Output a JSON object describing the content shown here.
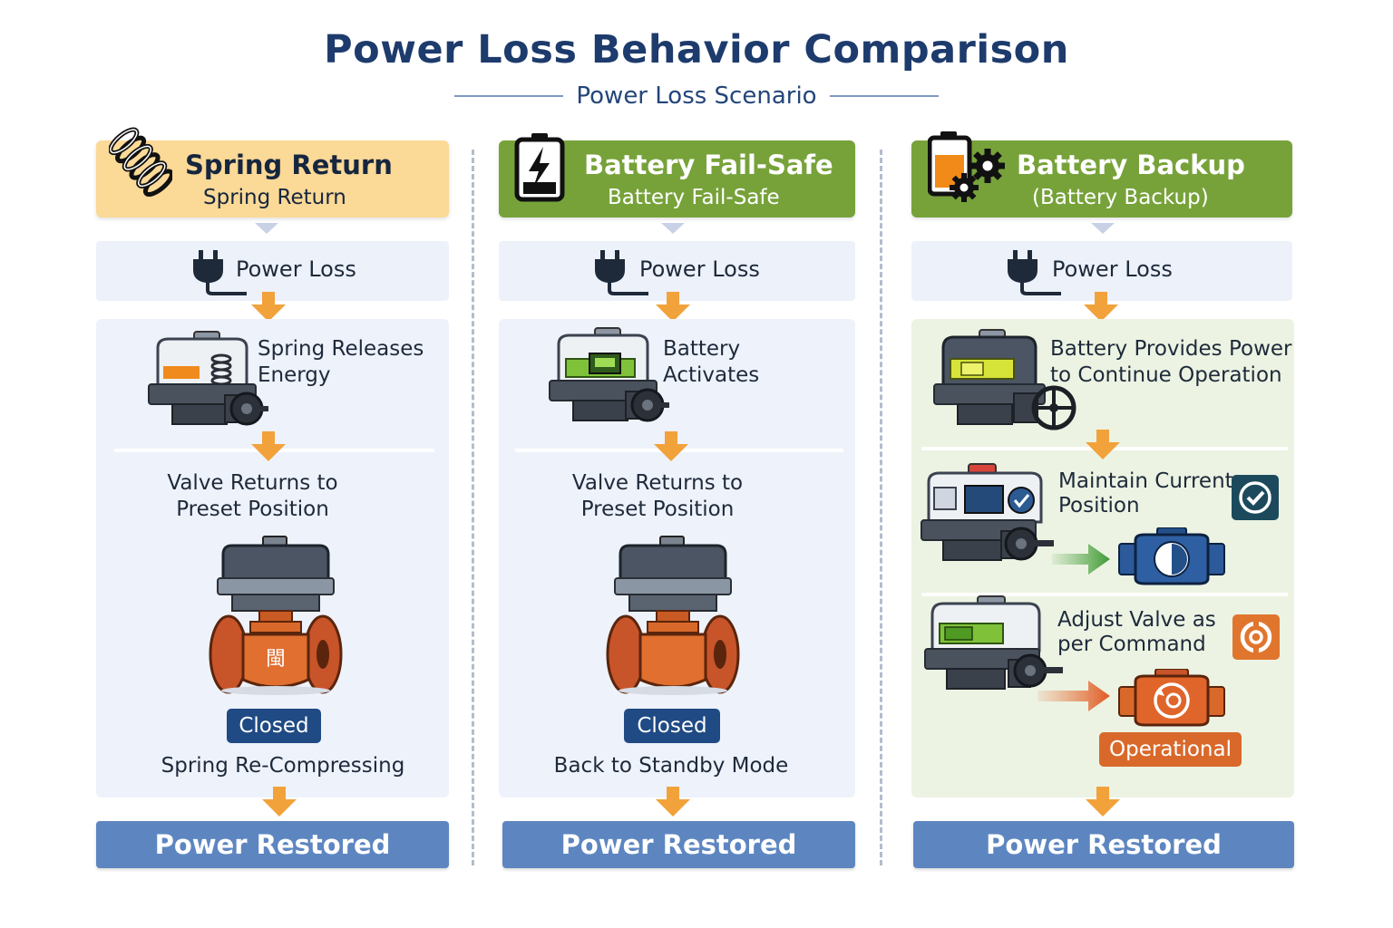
{
  "title": "Power Loss Behavior Comparison",
  "subtitle": "Power Loss Scenario",
  "colors": {
    "spring_header": "#fbd996",
    "battery_header": "#77a23a",
    "panel_blue": "#eef2fb",
    "panel_green": "#ecf3e3",
    "arrow": "#f2a23b",
    "navy_badge": "#1f4a84",
    "orange_badge": "#d9692a",
    "restored": "#5d86c1"
  },
  "columns": [
    {
      "id": "spring",
      "header_title": "Spring Return",
      "header_sub": "Spring Return",
      "header_icon": "spring-icon",
      "power_loss": "Power Loss",
      "step1": "Spring Releases\nEnergy",
      "step2": "Valve Returns to\nPreset Position",
      "valve_mark": "閩",
      "badge": "Closed",
      "note": "Spring Re-Compressing",
      "restored": "Power Restored"
    },
    {
      "id": "battery-failsafe",
      "header_title": "Battery Fail-Safe",
      "header_sub": "Battery Fail-Safe",
      "header_icon": "battery-charging-icon",
      "power_loss": "Power Loss",
      "step1": "Battery\nActivates",
      "step2": "Valve Returns to\nPreset Position",
      "badge": "Closed",
      "note": "Back to Standby Mode",
      "restored": "Power Restored"
    },
    {
      "id": "battery-backup",
      "header_title": "Battery Backup",
      "header_sub": "(Battery Backup)",
      "header_icon": "battery-gears-icon",
      "power_loss": "Power Loss",
      "step1": "Battery Provides Power\nto Continue Operation",
      "step2": "Maintain Current\nPosition",
      "step3": "Adjust Valve as\nper Command",
      "badge": "Operational",
      "restored": "Power Restored"
    }
  ]
}
